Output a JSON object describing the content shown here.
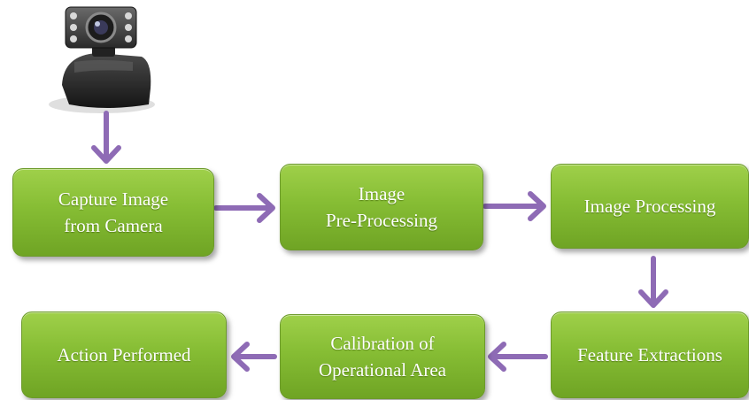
{
  "diagram": {
    "nodes": [
      {
        "id": "capture",
        "label": "Capture Image\nfrom Camera"
      },
      {
        "id": "preproc",
        "label": "Image\nPre-Processing"
      },
      {
        "id": "proc",
        "label": "Image Processing"
      },
      {
        "id": "feature",
        "label": "Feature Extractions"
      },
      {
        "id": "calib",
        "label": "Calibration of\nOperational Area"
      },
      {
        "id": "action",
        "label": "Action Performed"
      }
    ],
    "edges": [
      {
        "from": "camera",
        "to": "capture"
      },
      {
        "from": "capture",
        "to": "preproc"
      },
      {
        "from": "preproc",
        "to": "proc"
      },
      {
        "from": "proc",
        "to": "feature"
      },
      {
        "from": "feature",
        "to": "calib"
      },
      {
        "from": "calib",
        "to": "action"
      }
    ],
    "camera_icon": "webcam-icon",
    "colors": {
      "box": "#86bd34",
      "arrow": "#8e6bb5",
      "text": "#ffffff"
    }
  }
}
